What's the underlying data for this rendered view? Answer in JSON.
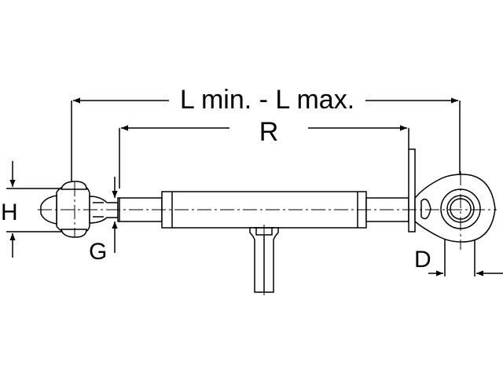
{
  "labels": {
    "length": "L min. - L max.",
    "range": "R",
    "height": "H",
    "gap": "G",
    "diameter": "D"
  },
  "colors": {
    "stroke": "#000000",
    "background": "#ffffff"
  }
}
